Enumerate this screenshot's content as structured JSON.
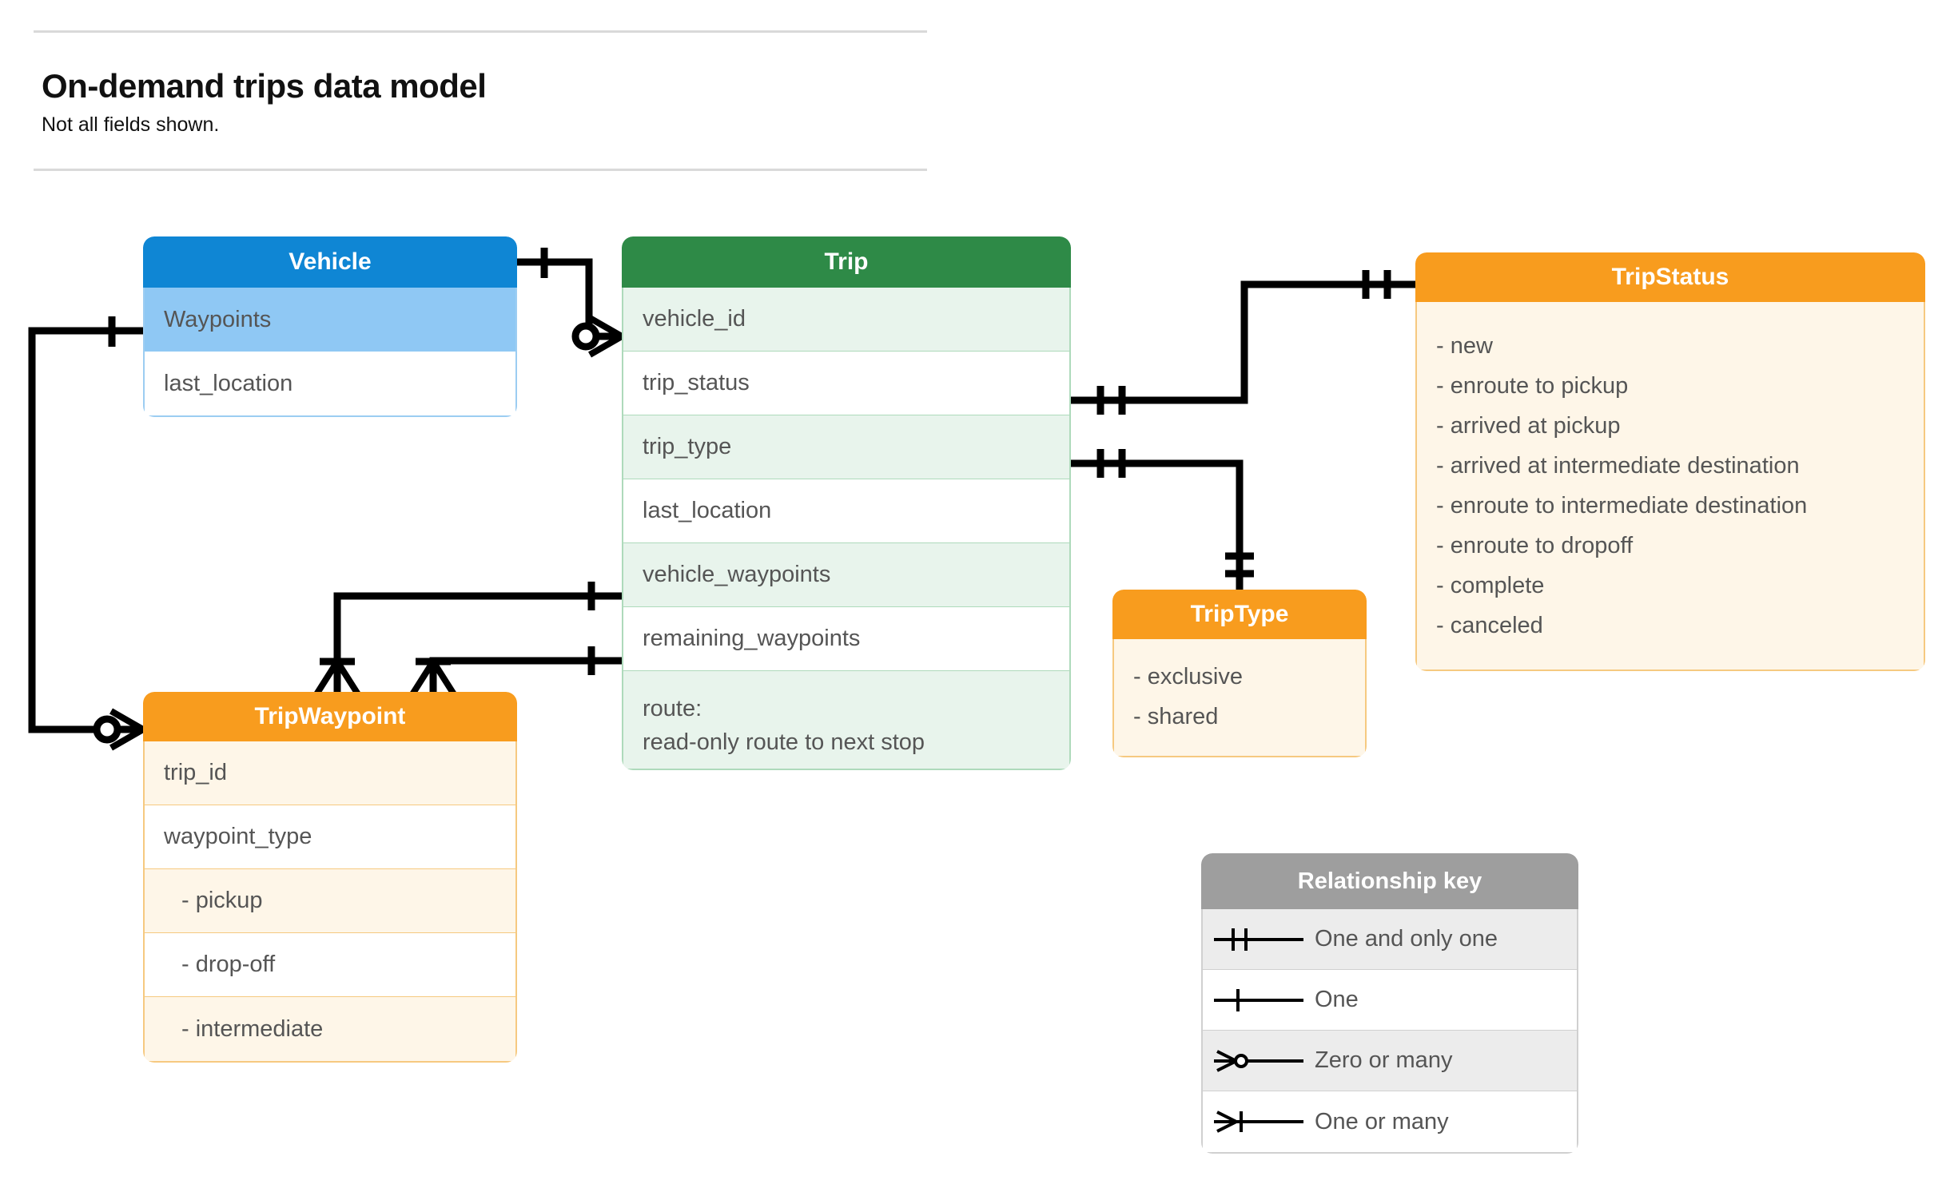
{
  "header": {
    "title": "On-demand trips data model",
    "subtitle": "Not all fields shown."
  },
  "entities": {
    "vehicle": {
      "title": "Vehicle",
      "header_color": "#0f86d4",
      "rows": [
        {
          "label": "Waypoints"
        },
        {
          "label": "last_location"
        }
      ]
    },
    "trip": {
      "title": "Trip",
      "header_color": "#2e8a47",
      "rows": [
        {
          "label": "vehicle_id"
        },
        {
          "label": "trip_status"
        },
        {
          "label": "trip_type"
        },
        {
          "label": "last_location"
        },
        {
          "label": "vehicle_waypoints"
        },
        {
          "label": "remaining_waypoints"
        },
        {
          "label": "route:",
          "label2": "read-only route to next stop"
        }
      ]
    },
    "tripstatus": {
      "title": "TripStatus",
      "header_color": "#f89c1e",
      "rows": [
        {
          "label": "- new"
        },
        {
          "label": "- enroute to pickup"
        },
        {
          "label": "- arrived at pickup"
        },
        {
          "label": "- arrived at intermediate destination"
        },
        {
          "label": "- enroute to intermediate destination"
        },
        {
          "label": "- enroute to dropoff"
        },
        {
          "label": "- complete"
        },
        {
          "label": "- canceled"
        }
      ]
    },
    "triptype": {
      "title": "TripType",
      "header_color": "#f89c1e",
      "rows": [
        {
          "label": "- exclusive"
        },
        {
          "label": "- shared"
        }
      ]
    },
    "tripwaypoint": {
      "title": "TripWaypoint",
      "header_color": "#f89c1e",
      "rows": [
        {
          "label": "trip_id"
        },
        {
          "label": "waypoint_type"
        },
        {
          "label": "-  pickup"
        },
        {
          "label": "-  drop-off"
        },
        {
          "label": "-  intermediate"
        }
      ]
    }
  },
  "relationship_key": {
    "title": "Relationship key",
    "header_color": "#9e9e9e",
    "items": [
      {
        "symbol": "one-and-only-one-icon",
        "label": "One and only one"
      },
      {
        "symbol": "one-icon",
        "label": "One"
      },
      {
        "symbol": "zero-or-many-icon",
        "label": "Zero or many"
      },
      {
        "symbol": "one-or-many-icon",
        "label": "One or many"
      }
    ]
  },
  "relationships": [
    {
      "from": "Vehicle",
      "to": "Trip.vehicle_id",
      "from_card": "One",
      "to_card": "Zero or many"
    },
    {
      "from": "Vehicle.Waypoints",
      "to": "TripWaypoint",
      "from_card": "One",
      "to_card": "Zero or many"
    },
    {
      "from": "Trip.trip_status",
      "to": "TripStatus",
      "from_card": "One and only one",
      "to_card": "One and only one"
    },
    {
      "from": "Trip.trip_type",
      "to": "TripType",
      "from_card": "One and only one",
      "to_card": "One and only one"
    },
    {
      "from": "Trip.vehicle_waypoints",
      "to": "TripWaypoint",
      "from_card": "One",
      "to_card": "One or many"
    },
    {
      "from": "Trip.remaining_waypoints",
      "to": "TripWaypoint",
      "from_card": "One",
      "to_card": "One or many"
    }
  ]
}
